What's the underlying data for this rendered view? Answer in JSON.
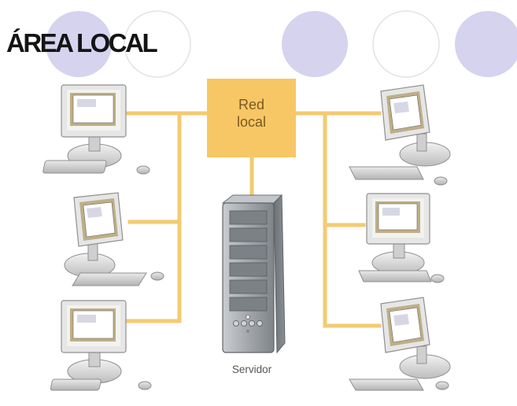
{
  "title": "ÁREA LOCAL",
  "hub": {
    "label_line1": "Red",
    "label_line2": "local"
  },
  "server": {
    "label": "Servidor"
  },
  "colors": {
    "circle_fill": "#d5d3ee",
    "circle_outline": "#e3e3e3",
    "network_line": "#f4ca72",
    "hub_box": "#f7c765",
    "server_body": "#9a9ea3"
  }
}
